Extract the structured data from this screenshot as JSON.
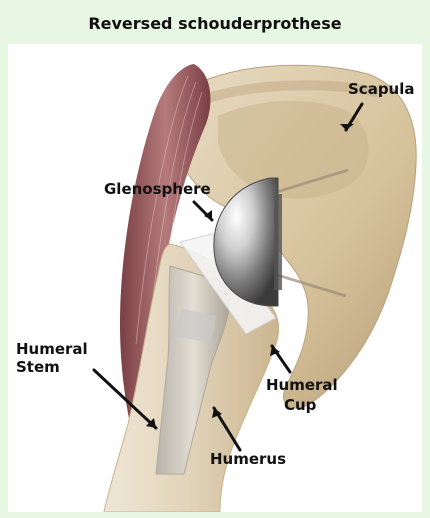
{
  "title": "Reversed schouderprothese",
  "labels": {
    "scapula": "Scapula",
    "glenosphere": "Glenosphere",
    "humeral_stem": [
      "Humeral",
      "Stem"
    ],
    "humeral_cup": [
      "Humeral",
      "Cup"
    ],
    "humerus": "Humerus"
  },
  "colors": {
    "background": "#e8f7e4",
    "bone": "#d9c7a4",
    "muscle": "#a9676a",
    "implant": "#bdbdbd"
  }
}
